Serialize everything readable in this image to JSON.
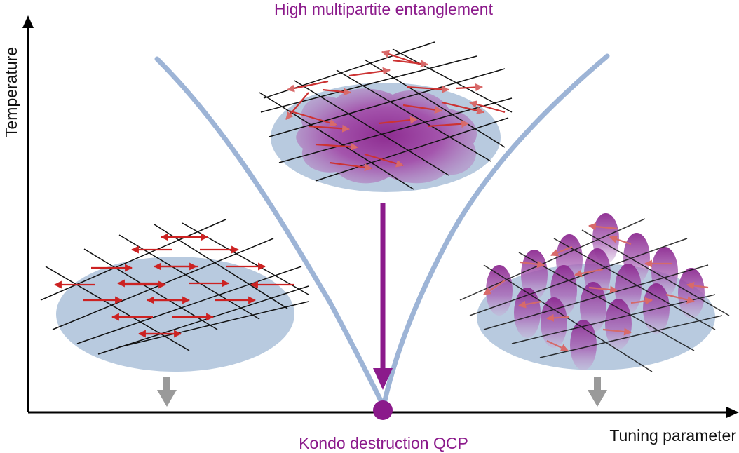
{
  "labels": {
    "top": "High multipartite entanglement",
    "qcp": "Kondo destruction QCP",
    "x_axis": "Tuning parameter",
    "y_axis": "Temperature"
  },
  "colors": {
    "accent": "#8b1a8b",
    "boundary": "#9db4d6",
    "disk": "#b8cadf",
    "spin_arrow": "#cc2222",
    "lattice": "#111111",
    "gray_arrow": "#9a9a9a"
  },
  "icons": {
    "critical_point": "purple-dot-icon",
    "arrow_down": "arrow-down-icon"
  }
}
